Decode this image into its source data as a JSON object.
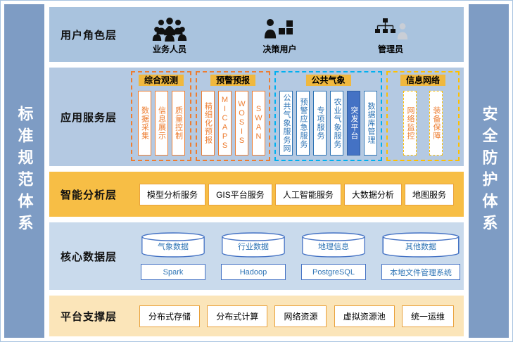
{
  "sidebars": {
    "left": "标准规范体系",
    "right": "安全防护体系"
  },
  "layers": {
    "user_role": {
      "label": "用户角色层",
      "roles": [
        {
          "name": "业务人员",
          "icon": "people-group-icon"
        },
        {
          "name": "决策用户",
          "icon": "decision-user-icon"
        },
        {
          "name": "管理员",
          "icon": "admin-orgchart-icon"
        }
      ]
    },
    "application": {
      "label": "应用服务层",
      "groups": [
        {
          "title": "综合观测",
          "border_color": "#ED7D31",
          "items": [
            "数据采集",
            "信息展示",
            "质量控制"
          ]
        },
        {
          "title": "预警预报",
          "border_color": "#ED7D31",
          "items": [
            "精细化预报",
            "MICAPS",
            "WOSIS",
            "SWAN"
          ]
        },
        {
          "title": "公共气象",
          "border_color": "#00B0F0",
          "items": [
            "公共气象服务网",
            "预警应急服务",
            "专项服务",
            "农业气象服务",
            "突发平台",
            "数据库管理"
          ]
        },
        {
          "title": "信息网络",
          "border_color": "#FFC000",
          "items": [
            "网络监控",
            "装备保障"
          ]
        }
      ]
    },
    "analysis": {
      "label": "智能分析层",
      "items": [
        "模型分析服务",
        "GIS平台服务",
        "人工智能服务",
        "大数据分析",
        "地图服务"
      ]
    },
    "data": {
      "label": "核心数据层",
      "databases": [
        "气象数据",
        "行业数据",
        "地理信息",
        "其他数据"
      ],
      "engines": [
        "Spark",
        "Hadoop",
        "PostgreSQL",
        "本地文件管理系统"
      ]
    },
    "platform": {
      "label": "平台支撑层",
      "items": [
        "分布式存储",
        "分布式计算",
        "网络资源",
        "虚拟资源池",
        "统一运维"
      ]
    }
  },
  "colors": {
    "sidebar_blue": "#7E9CC4",
    "band_user_blue": "#A9C3DE",
    "band_app_blue": "#B4C9E2",
    "band_gold": "#F7BE45",
    "band_data_blue": "#C9DAEC",
    "band_cream": "#FBE5B9",
    "accent_orange": "#ED7D31",
    "accent_blue": "#2E74B5",
    "accent_gold": "#FFC000",
    "cylinder_blue": "#4472C4"
  }
}
